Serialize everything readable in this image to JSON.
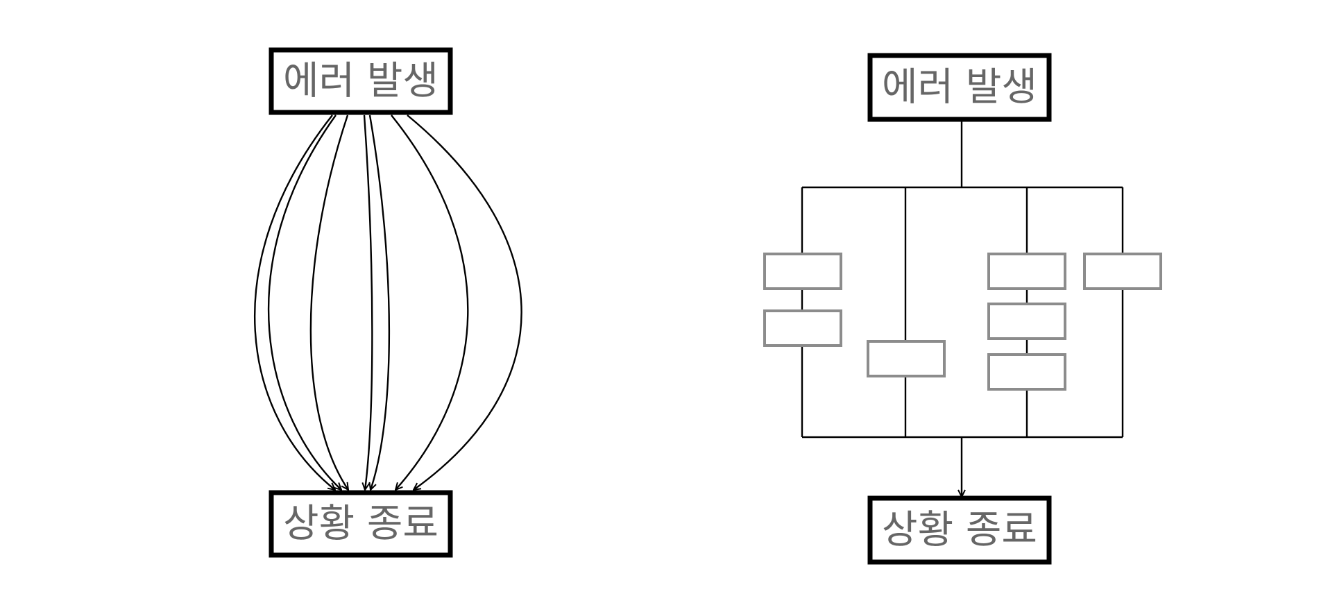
{
  "colors": {
    "background": "#ffffff",
    "box_border": "#000000",
    "label_text": "#666666",
    "connector": "#000000",
    "step_box_border": "#8c8c8c"
  },
  "left_diagram": {
    "start_label": "에러 발생",
    "end_label": "상황 종료",
    "direct_path_count": 7
  },
  "right_diagram": {
    "start_label": "에러 발생",
    "end_label": "상황 종료",
    "branches": [
      {
        "step_count": 2
      },
      {
        "step_count": 1
      },
      {
        "step_count": 3
      },
      {
        "step_count": 1
      }
    ]
  }
}
